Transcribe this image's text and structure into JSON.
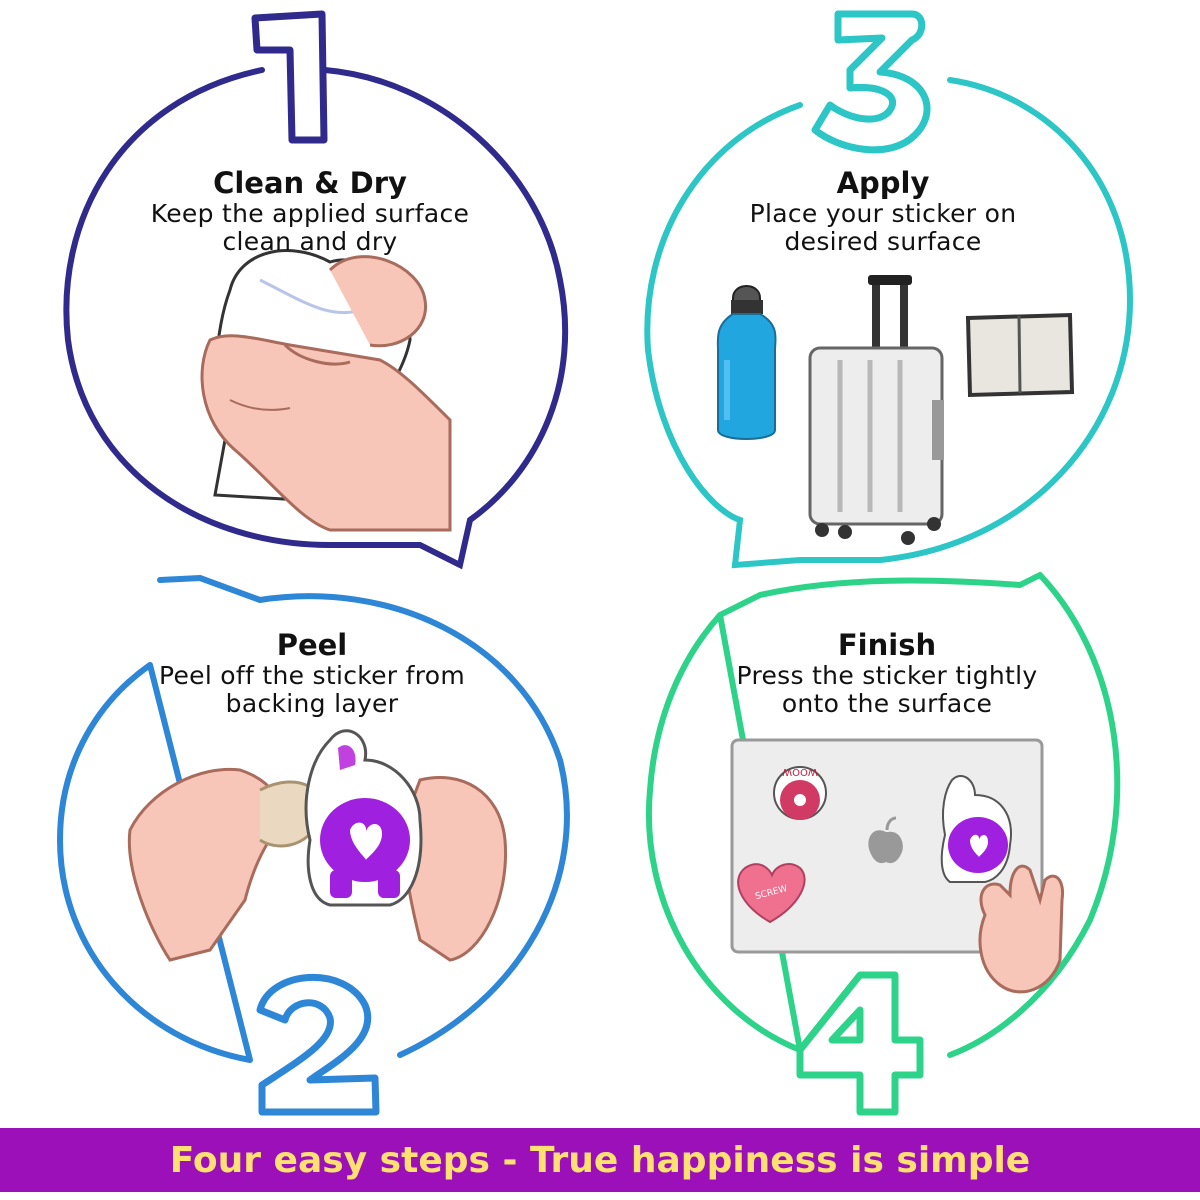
{
  "colors": {
    "step1": "#2f2a8c",
    "step2": "#2e86d6",
    "step3": "#2cc6c6",
    "step4": "#2ed38a",
    "banner_bg": "#9b10b8",
    "banner_text": "#ffe070"
  },
  "steps": [
    {
      "number": "1",
      "title": "Clean & Dry",
      "line1": "Keep the applied surface",
      "line2": "clean and dry"
    },
    {
      "number": "2",
      "title": "Peel",
      "line1": "Peel off the sticker from",
      "line2": "backing layer"
    },
    {
      "number": "3",
      "title": "Apply",
      "line1": "Place your sticker on",
      "line2": "desired surface"
    },
    {
      "number": "4",
      "title": "Finish",
      "line1": "Press the sticker tightly",
      "line2": "onto the surface"
    }
  ],
  "sticker_labels": {
    "donut": "WOOW",
    "heart": "SCREW"
  },
  "icons": [
    "tissue-hand-illustration",
    "water-bottle-icon",
    "suitcase-icon",
    "notebook-icon",
    "hands-peeling-illustration",
    "corgi-sticker-icon",
    "laptop-icon",
    "apple-logo-icon",
    "donut-sticker-icon",
    "heart-sticker-icon",
    "pressing-hand-illustration"
  ],
  "banner": {
    "text": "Four easy steps - True happiness is simple"
  }
}
